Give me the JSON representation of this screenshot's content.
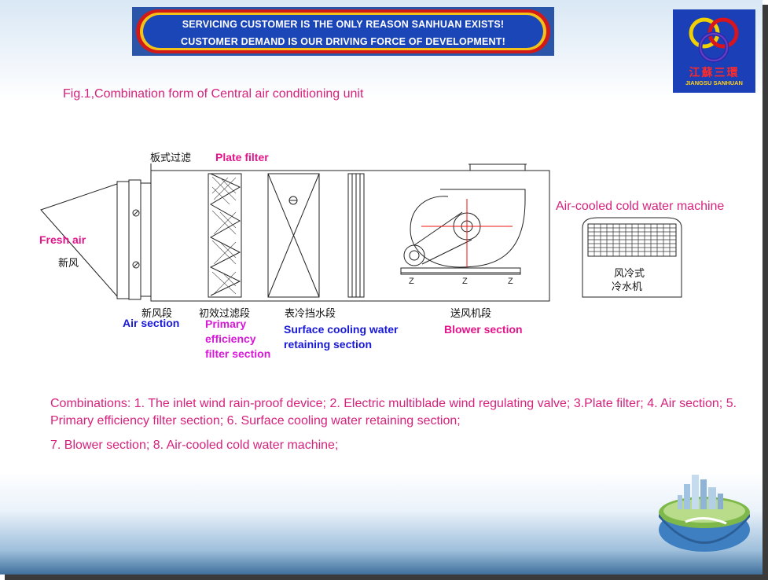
{
  "banner": {
    "line1": "SERVICING CUSTOMER IS THE ONLY REASON  SANHUAN EXISTS!",
    "line2": "CUSTOMER DEMAND IS OUR DRIVING FORCE OF DEVELOPMENT!"
  },
  "logo": {
    "chinese": "江蘇三環",
    "english": "JIANGSU SANHUAN"
  },
  "figure_title": "Fig.1,Combination form of Central air conditioning unit",
  "diagram": {
    "plate_filter_cn": "板式过滤",
    "plate_filter_en": "Plate filter",
    "fresh_air_en": "Fresh air",
    "fresh_air_cn": "新风",
    "air_section_cn": "新风段",
    "air_section_en": "Air section",
    "primary_filter_cn": "初效过滤段",
    "primary_filter_en_1": "Primary",
    "primary_filter_en_2": "efficiency",
    "primary_filter_en_3": "filter section",
    "surface_cooling_cn": "表冷挡水段",
    "surface_cooling_en_1": "Surface cooling water",
    "surface_cooling_en_2": "retaining section",
    "blower_cn": "送风机段",
    "blower_en": "Blower section",
    "acw_en": "Air-cooled cold water machine",
    "acw_cn_1": "风冷式",
    "acw_cn_2": "冷水机"
  },
  "combinations": {
    "line1": "Combinations: 1. The inlet wind rain-proof device; 2. Electric multiblade wind regulating valve; 3.Plate filter; 4. Air section; 5. Primary efficiency filter section; 6. Surface cooling water retaining section;",
    "line2": "7. Blower section; 8. Air-cooled cold water machine;"
  },
  "colors": {
    "accent_pink": "#d6227d",
    "label_blue": "#1818d8",
    "label_magenta": "#d818d8",
    "banner_blue": "#1b46b8"
  }
}
